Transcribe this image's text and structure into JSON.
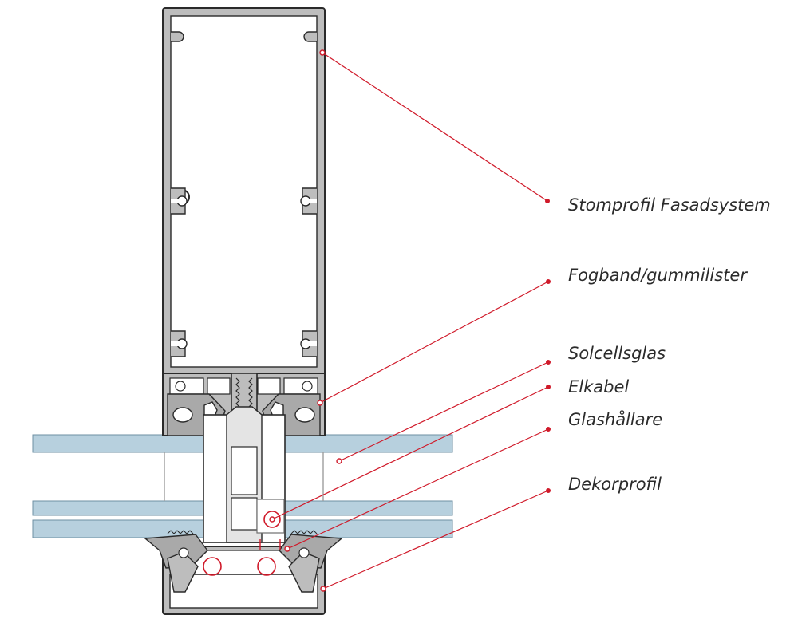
{
  "labels": {
    "stomprofil": "Stomprofil Fasadsystem",
    "fogband": "Fogband/gummilister",
    "solcellsglas": "Solcellsglas",
    "elkabel": "Elkabel",
    "glashallare": "Glashållare",
    "dekorprofil": "Dekorprofil"
  },
  "colors": {
    "profile_fill": "#bdbdbd",
    "profile_stroke": "#2a2a2a",
    "glass_fill": "#b7d0de",
    "glass_stroke": "#6e8fa3",
    "leader_line": "#d01a2a",
    "label_text": "#2b2b2b"
  }
}
